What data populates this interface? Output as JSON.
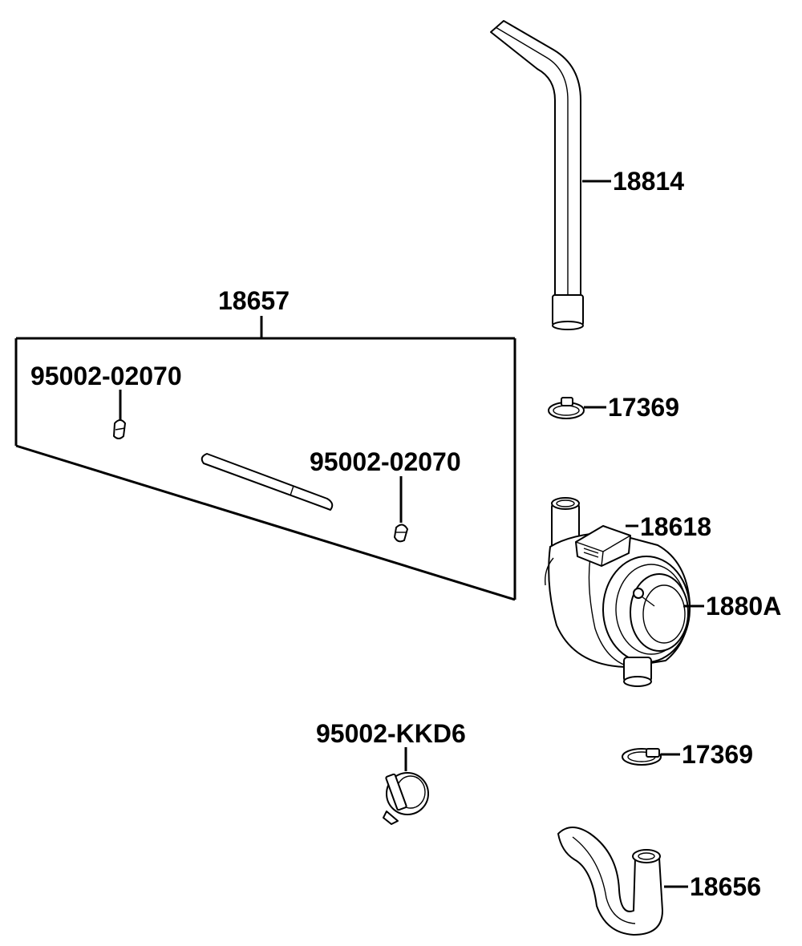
{
  "diagram": {
    "callouts": {
      "p18814": "18814",
      "p18657": "18657",
      "p95002_a": "95002-02070",
      "p95002_b": "95002-02070",
      "p17369_top": "17369",
      "p18618": "18618",
      "p1880A": "1880A",
      "p95002_kkd6": "95002-KKD6",
      "p17369_bottom": "17369",
      "p18656": "18656"
    }
  }
}
